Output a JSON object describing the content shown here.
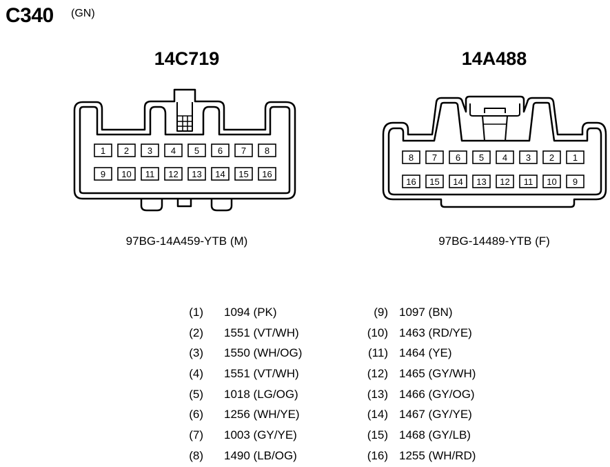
{
  "header": {
    "title": "C340",
    "tag": "(GN)"
  },
  "connectors": [
    {
      "name": "14C719",
      "part": "97BG-14A459-YTB (M)",
      "top_row": [
        "1",
        "2",
        "3",
        "4",
        "5",
        "6",
        "7",
        "8"
      ],
      "bottom_row": [
        "9",
        "10",
        "11",
        "12",
        "13",
        "14",
        "15",
        "16"
      ]
    },
    {
      "name": "14A488",
      "part": "97BG-14489-YTB (F)",
      "top_row": [
        "8",
        "7",
        "6",
        "5",
        "4",
        "3",
        "2",
        "1"
      ],
      "bottom_row": [
        "16",
        "15",
        "14",
        "13",
        "12",
        "11",
        "10",
        "9"
      ]
    }
  ],
  "pinout_left": [
    {
      "pin": "(1)",
      "circuit": "1094 (PK)"
    },
    {
      "pin": "(2)",
      "circuit": "1551 (VT/WH)"
    },
    {
      "pin": "(3)",
      "circuit": "1550 (WH/OG)"
    },
    {
      "pin": "(4)",
      "circuit": "1551 (VT/WH)"
    },
    {
      "pin": "(5)",
      "circuit": "1018 (LG/OG)"
    },
    {
      "pin": "(6)",
      "circuit": "1256 (WH/YE)"
    },
    {
      "pin": "(7)",
      "circuit": "1003 (GY/YE)"
    },
    {
      "pin": "(8)",
      "circuit": "1490 (LB/OG)"
    }
  ],
  "pinout_right": [
    {
      "pin": "(9)",
      "circuit": "1097 (BN)"
    },
    {
      "pin": "(10)",
      "circuit": "1463 (RD/YE)"
    },
    {
      "pin": "(11)",
      "circuit": "1464 (YE)"
    },
    {
      "pin": "(12)",
      "circuit": "1465 (GY/WH)"
    },
    {
      "pin": "(13)",
      "circuit": "1466 (GY/OG)"
    },
    {
      "pin": "(14)",
      "circuit": "1467 (GY/YE)"
    },
    {
      "pin": "(15)",
      "circuit": "1468 (GY/LB)"
    },
    {
      "pin": "(16)",
      "circuit": "1255 (WH/RD)"
    }
  ]
}
